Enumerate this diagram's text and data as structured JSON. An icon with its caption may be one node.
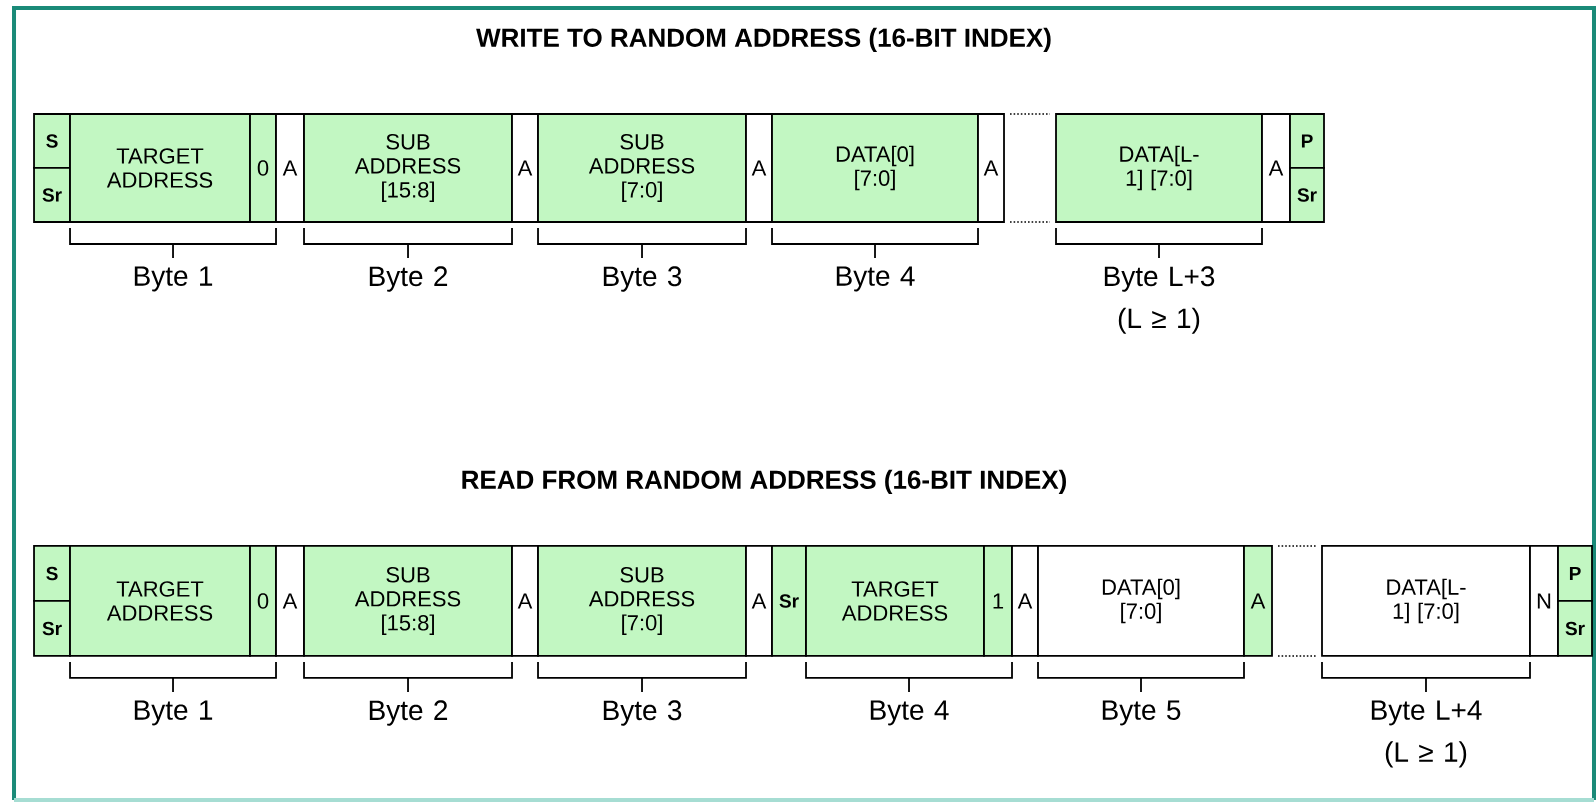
{
  "diagram": {
    "nodes": [
      {
        "text": [
          "S"
        ]
      },
      {
        "text": [
          "Sr"
        ]
      },
      {
        "text": [
          "TARGET ADDRESS"
        ]
      },
      {
        "text": [
          "0"
        ]
      },
      {
        "text": [
          "A"
        ]
      },
      {
        "text": [
          "SUB ADDRESS [15:8]"
        ]
      },
      {
        "text": [
          "A"
        ]
      },
      {
        "text": [
          "SUB ADDRESS [7:0]"
        ]
      },
      {
        "text": [
          "A"
        ]
      },
      {
        "text": [
          "DATA[0] [7:0]"
        ]
      },
      {
        "text": [
          "A"
        ]
      },
      {
        "text": [
          "DATA[L-1] [7:0]"
        ]
      },
      {
        "text": [
          "A"
        ]
      },
      {
        "text": [
          "P"
        ]
      },
      {
        "text": [
          "Sr"
        ]
      },
      {
        "text": [
          "S"
        ]
      },
      {
        "text": [
          "Sr"
        ]
      },
      {
        "text": [
          "TARGET ADDRESS"
        ]
      },
      {
        "text": [
          "0"
        ]
      },
      {
        "text": [
          "A"
        ]
      },
      {
        "text": [
          "SUB ADDRESS [15:8]"
        ]
      },
      {
        "text": [
          "A"
        ]
      },
      {
        "text": [
          "SUB ADDRESS [7:0]"
        ]
      },
      {
        "text": [
          "A"
        ]
      },
      {
        "text": [
          "Sr"
        ]
      },
      {
        "text": [
          "TARGET ADDRESS"
        ]
      },
      {
        "text": [
          "1"
        ]
      },
      {
        "text": [
          "A"
        ]
      },
      {
        "text": [
          "DATA[0] [7:0]"
        ]
      },
      {
        "text": [
          "A"
        ]
      },
      {
        "text": [
          "DATA[L-1] [7:0]"
        ]
      },
      {
        "text": [
          "N"
        ]
      },
      {
        "text": [
          "P"
        ]
      },
      {
        "text": [
          "Sr"
        ]
      }
    ],
    "labels": [
      "WRITE TO RANDOM ADDRESS (16-BIT INDEX)",
      "Byte 1",
      "Byte 2",
      "Byte 3",
      "Byte 4",
      "Byte L+3 (L ≥ 1)",
      "READ FROM RANDOM ADDRESS (16-BIT INDEX)",
      "Byte 1",
      "Byte 2",
      "Byte 3",
      "Byte 4",
      "Byte 5",
      "Byte L+4 (L ≥ 1)"
    ]
  }
}
